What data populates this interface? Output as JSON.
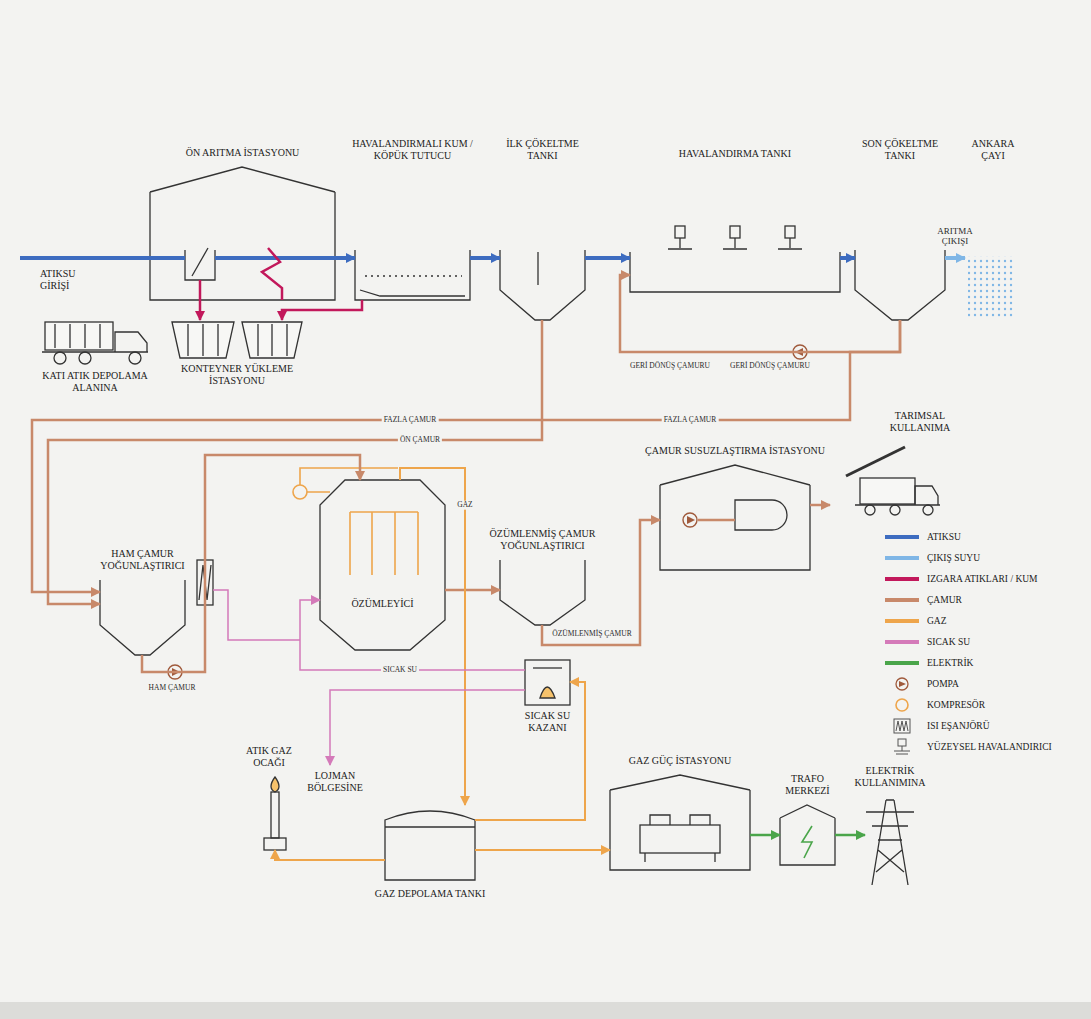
{
  "diagram": {
    "nodes": [
      {
        "text": [
          "ÖN ARITMA İSTASYONU"
        ]
      },
      {
        "text": [
          "HAVALANDIRMALI KUM / KÖPÜK TUTUCU"
        ]
      },
      {
        "text": [
          "İLK ÇÖKELTME TANKI"
        ]
      },
      {
        "text": [
          "HAVALANDIRMA TANKI"
        ]
      },
      {
        "text": [
          "SON ÇÖKELTME TANKI"
        ]
      },
      {
        "text": [
          "ANKARA ÇAYI"
        ]
      },
      {
        "text": [
          "KONTEYNER YÜKLEME İSTASYONU"
        ]
      },
      {
        "text": [
          "KATI ATIK DEPOLAMA ALANINA"
        ]
      },
      {
        "text": [
          "HAM ÇAMUR YOĞUNLAŞTIRICI"
        ]
      },
      {
        "text": [
          "ÖZÜMLEYİCİ"
        ]
      },
      {
        "text": [
          "ÖZÜMLENMİŞ ÇAMUR YOĞUNLAŞTIRICI"
        ]
      },
      {
        "text": [
          "ÇAMUR SUSUZLAŞTIRMA İSTASYONU"
        ]
      },
      {
        "text": [
          "TARIMSAL KULLANIMA"
        ]
      },
      {
        "text": [
          "SICAK SU KAZANI"
        ]
      },
      {
        "text": [
          "LOJMAN BÖLGESİNE"
        ]
      },
      {
        "text": [
          "ATIK GAZ OCAĞI"
        ]
      },
      {
        "text": [
          "GAZ DEPOLAMA TANKI"
        ]
      },
      {
        "text": [
          "GAZ GÜÇ İSTASYONU"
        ]
      },
      {
        "text": [
          "TRAFO MERKEZİ"
        ]
      },
      {
        "text": [
          "ELEKTRİK KULLANIMINA"
        ]
      }
    ],
    "edges": [
      {
        "from": 0,
        "to": 1,
        "arrow": "to"
      },
      {
        "from": 1,
        "to": 2,
        "arrow": "to"
      },
      {
        "from": 2,
        "to": 3,
        "arrow": "to"
      },
      {
        "from": 3,
        "to": 4,
        "arrow": "to"
      },
      {
        "from": 4,
        "to": 5,
        "arrow": "to",
        "label": "ARITMA ÇIKIŞI"
      },
      {
        "from": 0,
        "to": 6,
        "arrow": "to"
      },
      {
        "from": 1,
        "to": 6,
        "arrow": "to"
      },
      {
        "from": 4,
        "to": 3,
        "arrow": "to",
        "label": "GERİ DÖNÜŞ ÇAMURU"
      },
      {
        "from": 4,
        "to": 8,
        "arrow": "to",
        "label": "FAZLA ÇAMUR"
      },
      {
        "from": 2,
        "to": 8,
        "arrow": "to",
        "label": "ÖN ÇAMUR"
      },
      {
        "from": 8,
        "to": 9,
        "arrow": "to",
        "label": "HAM ÇAMUR"
      },
      {
        "from": 9,
        "to": 10,
        "arrow": "to"
      },
      {
        "from": 10,
        "to": 11,
        "arrow": "to",
        "label": "ÖZÜMLENMİŞ ÇAMUR"
      },
      {
        "from": 11,
        "to": 12,
        "arrow": "to"
      },
      {
        "from": 9,
        "to": 16,
        "arrow": "to",
        "label": "GAZ"
      },
      {
        "from": 16,
        "to": 13,
        "arrow": "to"
      },
      {
        "from": 16,
        "to": 15,
        "arrow": "to"
      },
      {
        "from": 16,
        "to": 17,
        "arrow": "to"
      },
      {
        "from": 13,
        "to": 9,
        "arrow": "to",
        "label": "SICAK SU"
      },
      {
        "from": 13,
        "to": 14,
        "arrow": "to"
      },
      {
        "from": 17,
        "to": 18,
        "arrow": "to"
      },
      {
        "from": 18,
        "to": 19,
        "arrow": "to"
      }
    ],
    "labels": [
      "ATIKSU GİRİŞİ",
      "GERİ DÖNÜŞ ÇAMURU",
      "FAZLA ÇAMUR"
    ],
    "legend": [
      {
        "text": "ATIKSU",
        "color": "#3d6cc0"
      },
      {
        "text": "ÇIKIŞ SUYU",
        "color": "#7fb6e6"
      },
      {
        "text": "IZGARA ATIKLARI / KUM",
        "color": "#c2185b"
      },
      {
        "text": "ÇAMUR",
        "color": "#c8896a"
      },
      {
        "text": "GAZ",
        "color": "#eea54b"
      },
      {
        "text": "SICAK SU",
        "color": "#d47ab9"
      },
      {
        "text": "ELEKTRİK",
        "color": "#4aa54a"
      },
      {
        "text": "POMPA"
      },
      {
        "text": "KOMPRESÖR"
      },
      {
        "text": "ISI EŞANJÖRÜ"
      },
      {
        "text": "YÜZEYSEL HAVALANDIRICI"
      }
    ]
  }
}
